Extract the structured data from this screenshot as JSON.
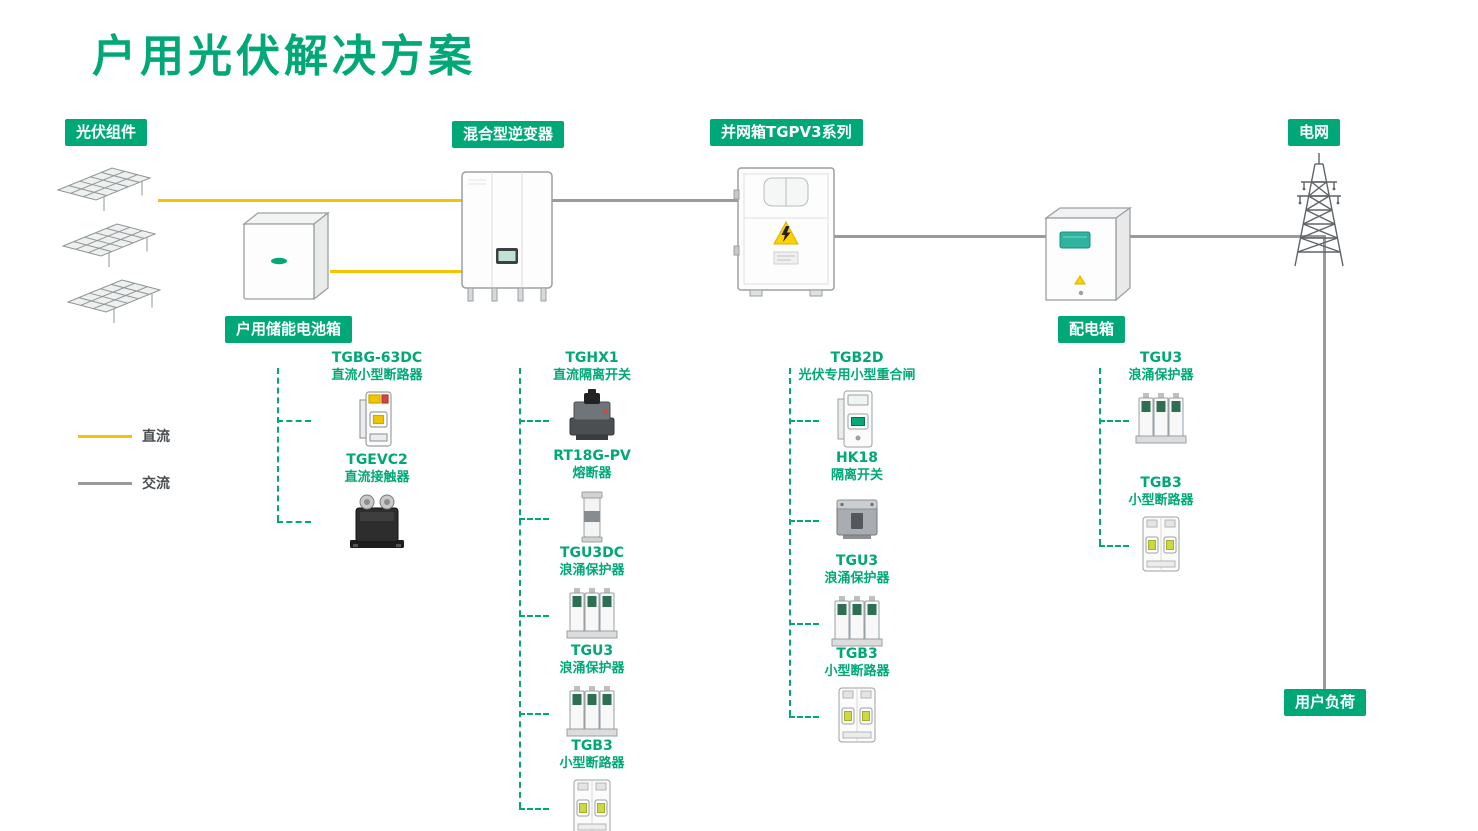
{
  "title": "户用光伏解决方案",
  "colors": {
    "accent": "#00a878",
    "dc_line": "#f2c500",
    "ac_line": "#9a9a9a"
  },
  "badges": {
    "pv_modules": "光伏组件",
    "hybrid_inverter": "混合型逆变器",
    "grid_connection_box": "并网箱TGPV3系列",
    "power_grid": "电网",
    "battery_box": "户用储能电池箱",
    "distribution_box": "配电箱",
    "user_load": "用户负荷"
  },
  "legend": {
    "dc_label": "直流",
    "ac_label": "交流"
  },
  "columns": {
    "battery": {
      "items": [
        {
          "model": "TGBG-63DC",
          "desc": "直流小型断路器",
          "icon": "dc-mini-circuit-breaker"
        },
        {
          "model": "TGEVC2",
          "desc": "直流接触器",
          "icon": "dc-contactor"
        }
      ]
    },
    "inverter": {
      "items": [
        {
          "model": "TGHX1",
          "desc": "直流隔离开关",
          "icon": "dc-isolation-switch"
        },
        {
          "model": "RT18G-PV",
          "desc": "熔断器",
          "icon": "fuse"
        },
        {
          "model": "TGU3DC",
          "desc": "浪涌保护器",
          "icon": "surge-protector"
        },
        {
          "model": "TGU3",
          "desc": "浪涌保护器",
          "icon": "surge-protector"
        },
        {
          "model": "TGB3",
          "desc": "小型断路器",
          "icon": "mini-circuit-breaker"
        }
      ]
    },
    "gridbox": {
      "items": [
        {
          "model": "TGB2D",
          "desc": "光伏专用小型重合闸",
          "icon": "pv-recloser"
        },
        {
          "model": "HK18",
          "desc": "隔离开关",
          "icon": "isolation-switch"
        },
        {
          "model": "TGU3",
          "desc": "浪涌保护器",
          "icon": "surge-protector"
        },
        {
          "model": "TGB3",
          "desc": "小型断路器",
          "icon": "mini-circuit-breaker"
        }
      ]
    },
    "distbox": {
      "items": [
        {
          "model": "TGU3",
          "desc": "浪涌保护器",
          "icon": "surge-protector"
        },
        {
          "model": "TGB3",
          "desc": "小型断路器",
          "icon": "mini-circuit-breaker"
        }
      ]
    }
  }
}
